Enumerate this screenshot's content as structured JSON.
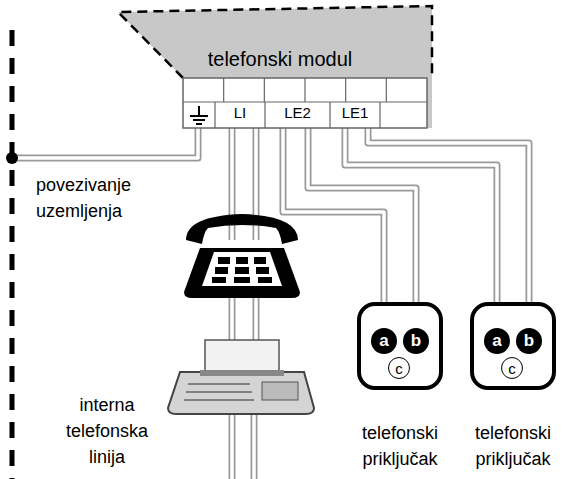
{
  "diagram": {
    "nodes": [
      {
        "text": [
          "telefonski modul",
          "LI",
          "LE2",
          "LE1"
        ]
      },
      {
        "text": [
          "a",
          "b",
          "c",
          "telefonski priključak"
        ]
      },
      {
        "text": [
          "a",
          "b",
          "c",
          "telefonski priključak"
        ]
      }
    ],
    "edges": [
      {
        "from": 0,
        "to": 1,
        "arrow": "none"
      },
      {
        "from": 0,
        "to": 2,
        "arrow": "none"
      }
    ],
    "labels": [
      "povezivanje uzemljenja",
      "interna telefonska linija"
    ]
  }
}
